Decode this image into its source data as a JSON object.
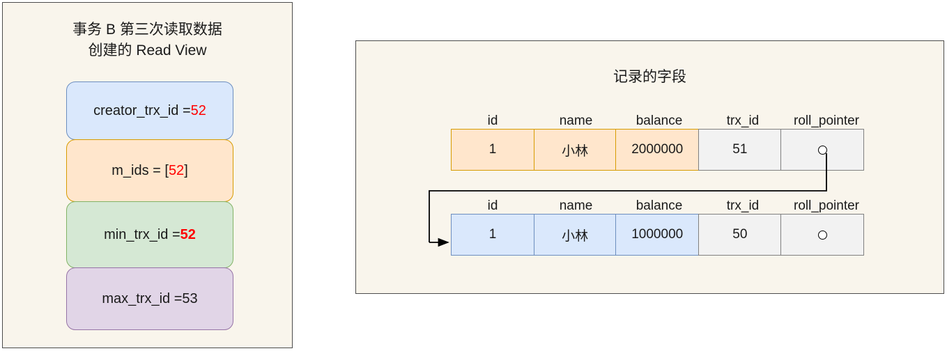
{
  "read_view_panel": {
    "title": "事务 B 第三次读取数据\n创建的 Read View",
    "fields": [
      {
        "name": "creator_trx_id",
        "label_prefix": "creator_trx_id = ",
        "value": "52",
        "value_style": "red",
        "fill": "#dae8fc",
        "stroke": "#6c8ebf"
      },
      {
        "name": "m_ids",
        "label_prefix": "m_ids = [",
        "value": "52",
        "value_suffix": "]",
        "value_style": "red",
        "fill": "#ffe6cc",
        "stroke": "#d79b00"
      },
      {
        "name": "min_trx_id",
        "label_prefix": "min_trx_id = ",
        "value": "52",
        "value_style": "red-bold",
        "fill": "#d5e8d4",
        "stroke": "#82b366"
      },
      {
        "name": "max_trx_id",
        "label_prefix": "max_trx_id = ",
        "value": "53",
        "value_style": "plain",
        "fill": "#e1d5e7",
        "stroke": "#9673a6"
      }
    ]
  },
  "record_panel": {
    "title": "记录的字段",
    "columns": [
      "id",
      "name",
      "balance",
      "trx_id",
      "roll_pointer"
    ],
    "rows": [
      {
        "row_name": "current-version-row",
        "fill": "#ffe6cc",
        "stroke": "#d79b00",
        "id": "1",
        "name": "小林",
        "balance": "2000000",
        "trx_id": "51",
        "roll_pointer_icon": "pointer-dot-icon",
        "has_outgoing_pointer": true
      },
      {
        "row_name": "undo-version-row",
        "fill": "#dae8fc",
        "stroke": "#6c8ebf",
        "id": "1",
        "name": "小林",
        "balance": "1000000",
        "trx_id": "50",
        "roll_pointer_icon": "pointer-dot-icon",
        "has_outgoing_pointer": false
      }
    ]
  },
  "colors": {
    "page_background": "#ffffff",
    "panel_background": "#f9f5ec",
    "panel_border": "#4c4c4c",
    "highlight_red": "#ff0000",
    "text": "#1a1a1a",
    "pointer_line": "#000000"
  }
}
